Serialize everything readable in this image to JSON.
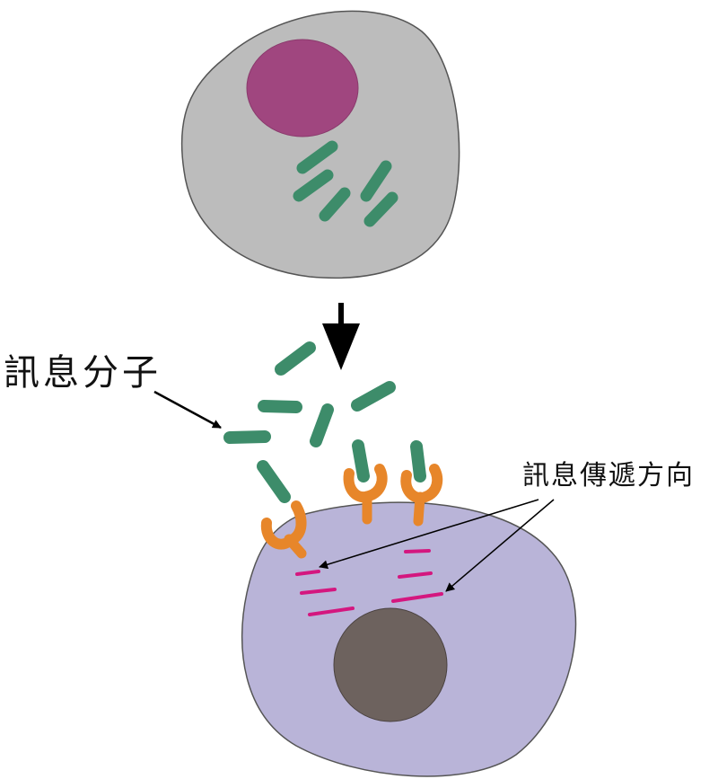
{
  "labels": {
    "signal_molecule": "訊息分子",
    "signal_direction": "訊息傳遞方向"
  },
  "colors": {
    "source_cell_fill": "#bcbcbc",
    "source_nucleus": "#a0467f",
    "target_cell_fill": "#b9b4d8",
    "target_nucleus": "#6d625e",
    "signal_molecule": "#3d8c6a",
    "receptor": "#e7862a",
    "internal_signal": "#d4177f",
    "outline": "#555555",
    "arrow": "#000000"
  },
  "parts": {
    "source_cell": "signal-sending-cell",
    "target_cell": "signal-receiving-cell",
    "receptor_count": 3,
    "released_molecule_count": 6,
    "stored_molecule_count": 5,
    "internal_signal_count": 6
  }
}
